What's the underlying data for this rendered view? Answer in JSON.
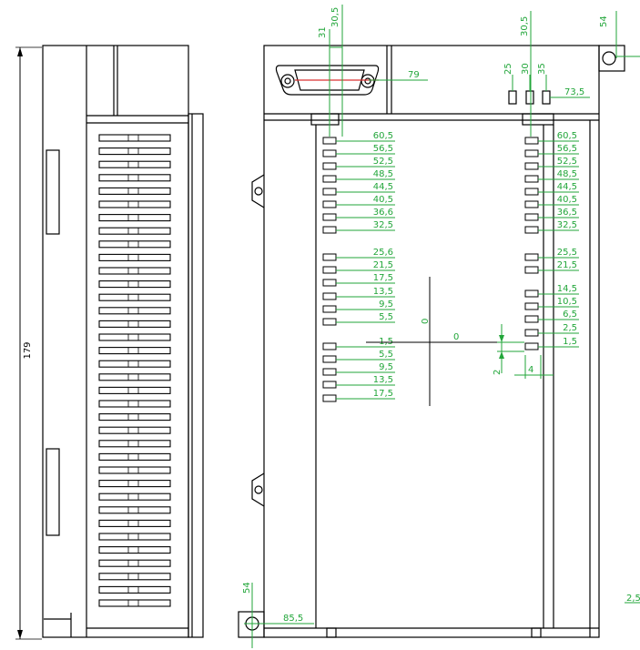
{
  "drawing": {
    "side_view": {
      "height_dim": "179"
    },
    "front_view": {
      "top_dims": [
        "31",
        "30,5",
        "30,5",
        "54",
        "25",
        "30",
        "35",
        "73,5",
        "79"
      ],
      "left_ladder": {
        "upper": [
          "60,5",
          "56,5",
          "52,5",
          "48,5",
          "44,5",
          "40,5",
          "36,6",
          "32,5"
        ],
        "middle": [
          "25,6",
          "21,5",
          "17,5",
          "13,5",
          "9,5",
          "5,5"
        ],
        "lower": [
          "1,5",
          "5,5",
          "9,5",
          "13,5",
          "17,5"
        ]
      },
      "right_ladder": {
        "upper": [
          "60,5",
          "56,5",
          "52,5",
          "48,5",
          "44,5",
          "40,5",
          "36,5",
          "32,5"
        ],
        "middle": [
          "25,5",
          "21,5"
        ],
        "lower": [
          "14,5",
          "10,5",
          "6,5",
          "2,5",
          "1,5"
        ]
      },
      "origin_labels": [
        "0",
        "0"
      ],
      "pitch_dims": [
        "2",
        "4"
      ],
      "bottom_dims": [
        "54",
        "85,5",
        "2,5"
      ]
    },
    "colors": {
      "line": "#000000",
      "dimension": "#22a63a",
      "axis": "#d93030"
    }
  }
}
